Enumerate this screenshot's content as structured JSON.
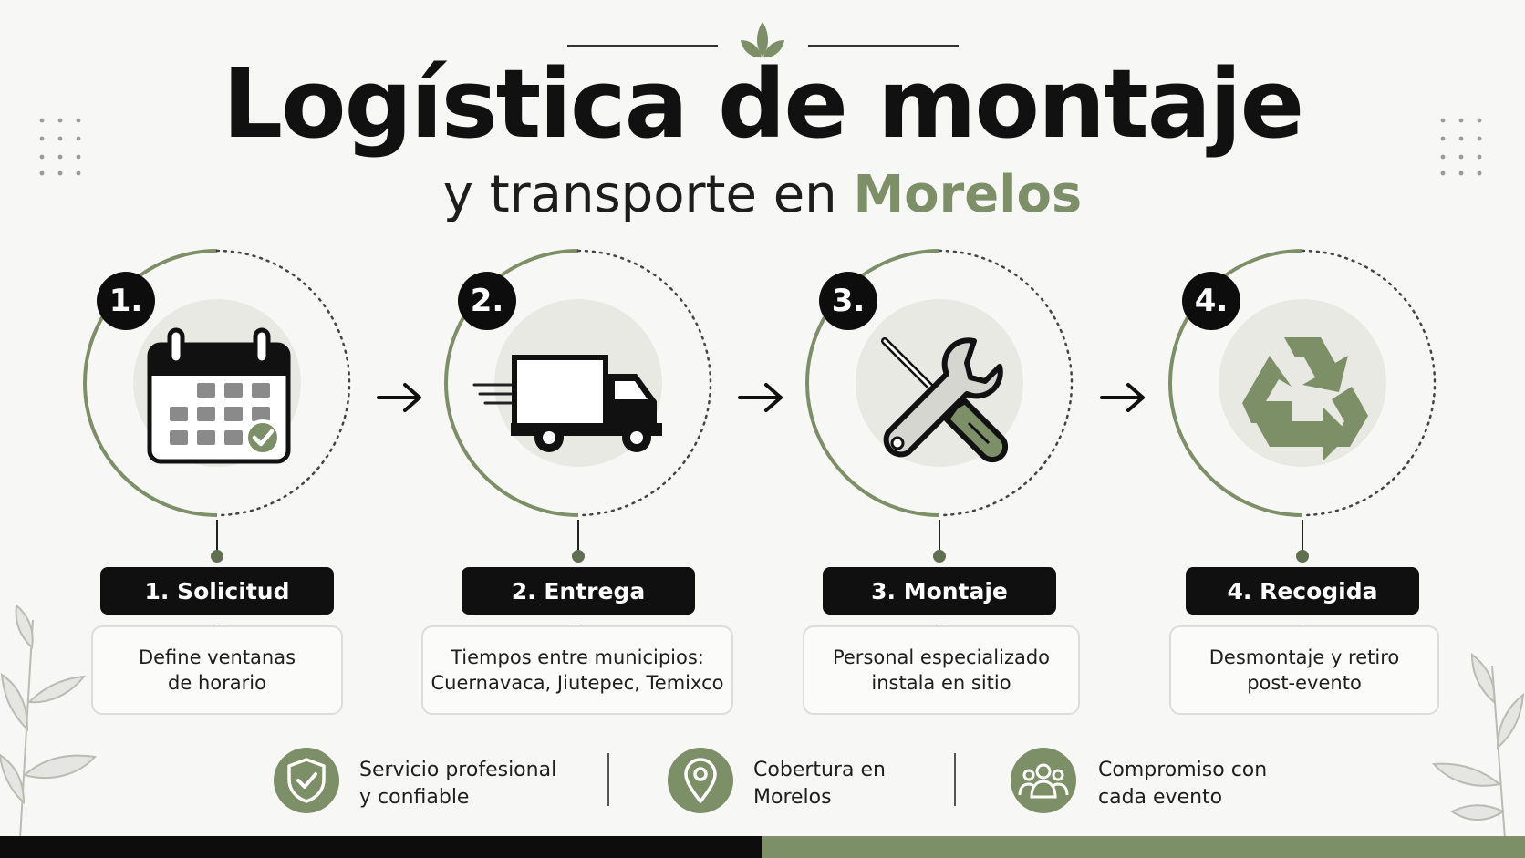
{
  "title": {
    "line1": "Logística de montaje",
    "line2_prefix": "y transporte en ",
    "line2_accent": "Morelos"
  },
  "steps": [
    {
      "badge": "1.",
      "label": "1. Solicitud",
      "description": "Define ventanas\nde horario",
      "icon": "calendar-check-icon"
    },
    {
      "badge": "2.",
      "label": "2. Entrega",
      "description": "Tiempos entre municipios:\nCuernavaca, Jiutepec, Temixco",
      "icon": "delivery-truck-icon"
    },
    {
      "badge": "3.",
      "label": "3. Montaje",
      "description": "Personal especializado\ninstala en sitio",
      "icon": "tools-icon"
    },
    {
      "badge": "4.",
      "label": "4. Recogida",
      "description": "Desmontaje y retiro\npost-evento",
      "icon": "recycle-icon"
    }
  ],
  "features": [
    {
      "text": "Servicio profesional\ny confiable",
      "icon": "shield-check-icon"
    },
    {
      "text": "Cobertura en\nMorelos",
      "icon": "location-pin-icon"
    },
    {
      "text": "Compromiso con\ncada evento",
      "icon": "people-group-icon"
    }
  ],
  "colors": {
    "accent": "#7d8f66",
    "dark": "#101010",
    "background": "#f7f7f5"
  }
}
